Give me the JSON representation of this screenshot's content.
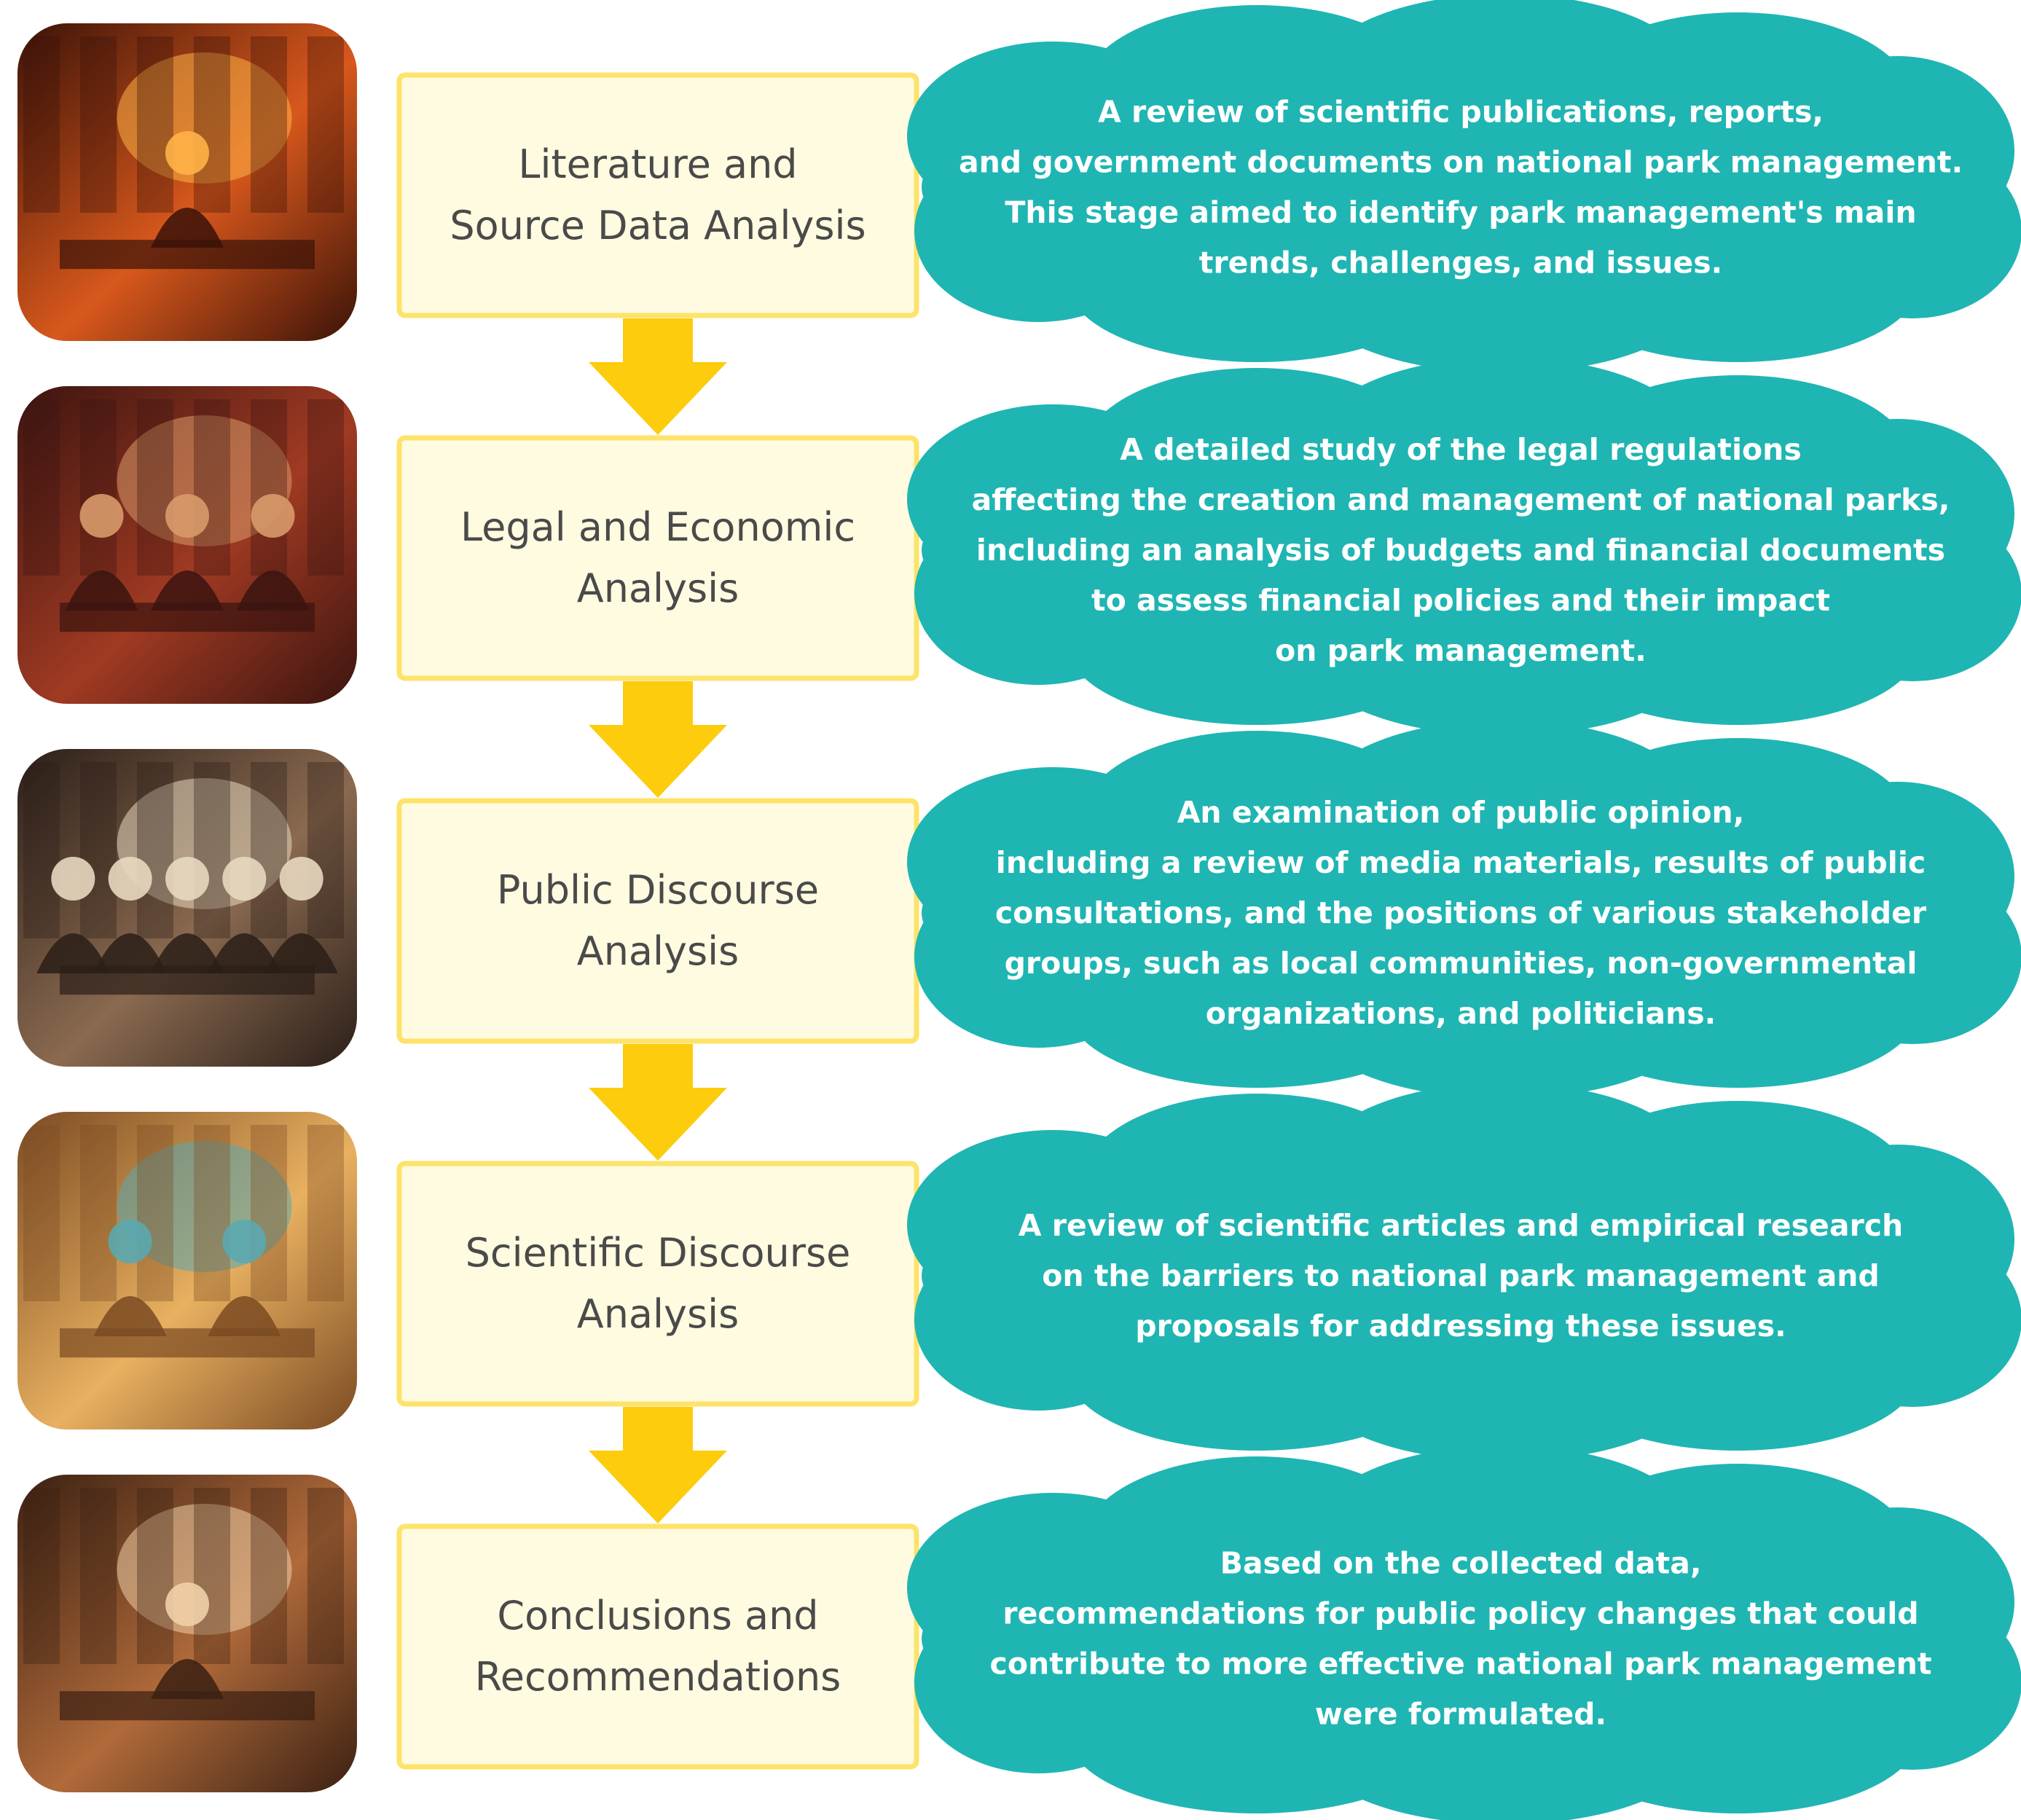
{
  "colors": {
    "box_fill": "#fffbe0",
    "box_border": "#fde36a",
    "arrow": "#fccc0d",
    "cloud": "#1fb5b3",
    "label_text": "#4a4a4a",
    "cloud_text": "#ffffff"
  },
  "steps": [
    {
      "label_lines": [
        "Literature and",
        "Source Data Analysis"
      ],
      "description_lines": [
        "A review of scientific publications, reports,",
        "and government documents on national park management.",
        "This stage aimed to identify park management's main",
        "trends, challenges, and issues."
      ],
      "image_icon": "library-reader-illustration",
      "image_palette": [
        "#3a1208",
        "#d8581c",
        "#ffb347"
      ]
    },
    {
      "label_lines": [
        "Legal and Economic",
        "Analysis"
      ],
      "description_lines": [
        "A detailed study of the legal regulations",
        "affecting the creation and management of national parks,",
        "including an analysis of budgets and financial documents",
        "to assess financial policies and their impact",
        "on park management."
      ],
      "image_icon": "courtroom-illustration",
      "image_palette": [
        "#3b1410",
        "#a03a22",
        "#d89a6a"
      ]
    },
    {
      "label_lines": [
        "Public Discourse",
        "Analysis"
      ],
      "description_lines": [
        "An examination of public opinion,",
        "including a review of media materials, results of public",
        "consultations, and the positions of various stakeholder",
        "groups, such as local communities, non-governmental",
        "organizations, and politicians."
      ],
      "image_icon": "group-meeting-photo",
      "image_palette": [
        "#2a1e18",
        "#8a6a50",
        "#e8d8c0"
      ]
    },
    {
      "label_lines": [
        "Scientific Discourse",
        "Analysis"
      ],
      "description_lines": [
        "A review of scientific articles and empirical research",
        "on the barriers to national park management and",
        "proposals for addressing these issues."
      ],
      "image_icon": "scholars-library-illustration",
      "image_palette": [
        "#7a4a22",
        "#e8b060",
        "#5aa8b0"
      ]
    },
    {
      "label_lines": [
        "Conclusions and",
        "Recommendations"
      ],
      "description_lines": [
        "Based on the collected data,",
        "recommendations for public policy changes that could",
        "contribute to more effective national park management",
        "were formulated."
      ],
      "image_icon": "smiling-reader-photo",
      "image_palette": [
        "#3a2012",
        "#b06a3a",
        "#f0d0a8"
      ]
    }
  ]
}
